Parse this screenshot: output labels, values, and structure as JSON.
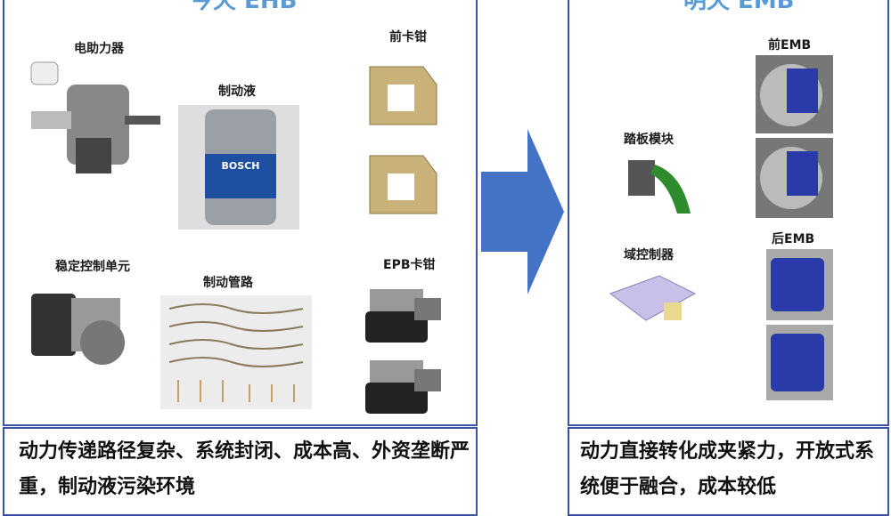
{
  "today": {
    "title": "今天 EHB",
    "components": {
      "booster": "电助力器",
      "fluid": "制动液",
      "front_caliper": "前卡钳",
      "esc": "稳定控制单元",
      "lines": "制动管路",
      "epb": "EPB卡钳"
    },
    "fluid_brand": "BOSCH",
    "description": "动力传递路径复杂、系统封闭、成本高、外资垄断严重，制动液污染环境"
  },
  "tomorrow": {
    "title": "明天 EMB",
    "components": {
      "front_emb": "前EMB",
      "pedal": "踏板模块",
      "domain": "域控制器",
      "rear_emb": "后EMB"
    },
    "description": "动力直接转化成夹紧力，开放式系统便于融合，成本较低"
  },
  "colors": {
    "border": "#3a53a4",
    "title": "#5b9bd5",
    "arrow": "#4472c4",
    "emb_blue": "#2a3aa8"
  }
}
